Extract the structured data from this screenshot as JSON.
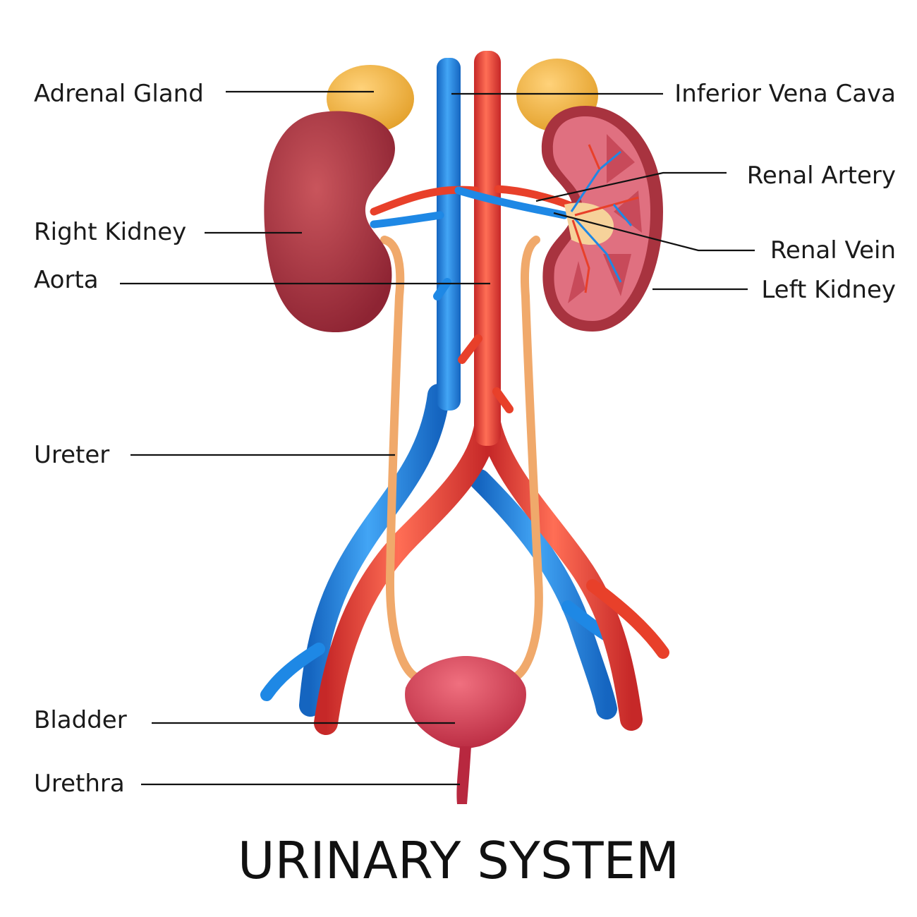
{
  "title": "URINARY SYSTEM",
  "labels": {
    "adrenal_gland": "Adrenal Gland",
    "inferior_vena_cava": "Inferior Vena Cava",
    "renal_artery": "Renal Artery",
    "right_kidney": "Right Kidney",
    "renal_vein": "Renal Vein",
    "aorta": "Aorta",
    "left_kidney": "Left Kidney",
    "ureter": "Ureter",
    "bladder": "Bladder",
    "urethra": "Urethra"
  },
  "colors": {
    "vein": "#1e88e5",
    "artery": "#e8402a",
    "kidney": "#a8333f",
    "adrenal": "#f3b43c",
    "ureter": "#f0a96b",
    "bladder": "#d83a54"
  }
}
